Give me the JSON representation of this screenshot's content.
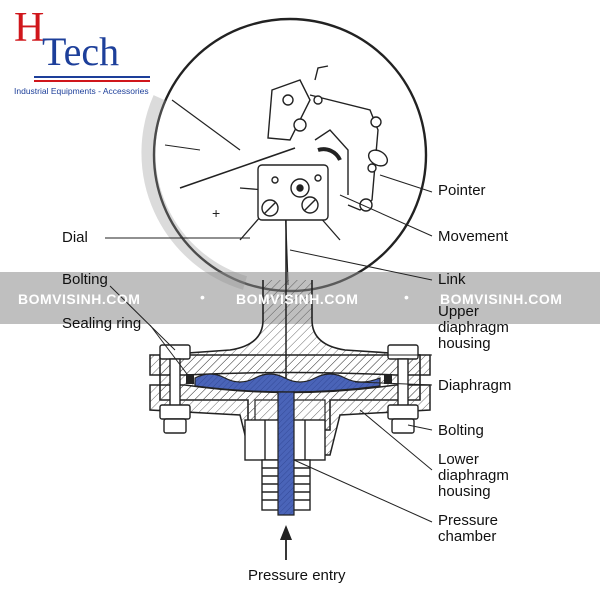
{
  "logo": {
    "h": "H",
    "tech": "Tech",
    "subtitle": "Industrial Equipments - Accessories",
    "colors": {
      "red": "#d0161b",
      "blue": "#1d3f9a"
    }
  },
  "watermark": {
    "text": [
      "BOMVISINH.COM",
      "BOMVISINH.COM",
      "BOMVISINH.COM"
    ],
    "separator": "•"
  },
  "labels": {
    "pointer": "Pointer",
    "movement": "Movement",
    "dial": "Dial",
    "link": "Link",
    "bolting_left": "Bolting",
    "sealing_ring": "Sealing ring",
    "upper_housing": [
      "Upper",
      "diaphragm",
      "housing"
    ],
    "diaphragm": "Diaphragm",
    "bolting_right": "Bolting",
    "lower_housing": [
      "Lower",
      "diaphragm",
      "housing"
    ],
    "pressure_chamber": [
      "Pressure",
      "chamber"
    ],
    "pressure_entry": "Pressure entry"
  },
  "colors": {
    "fluid": "#4a64b8",
    "line": "#222222"
  }
}
